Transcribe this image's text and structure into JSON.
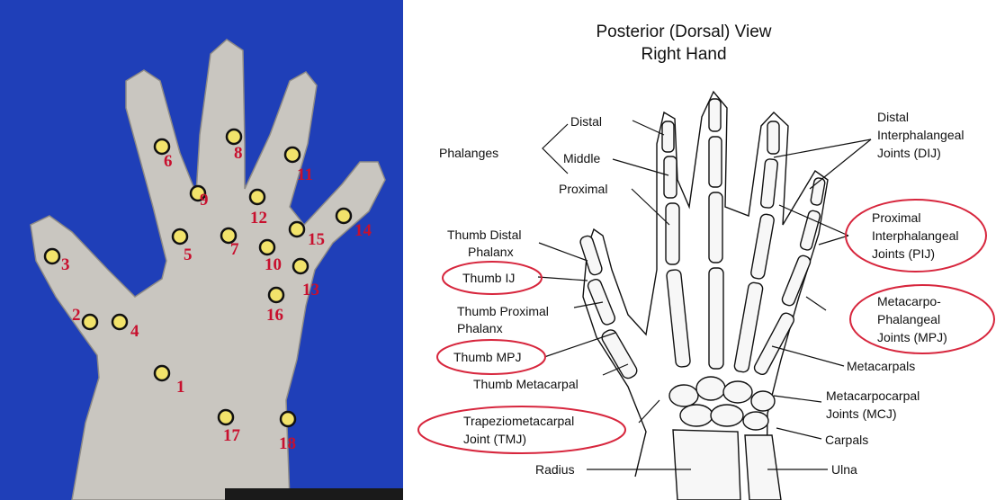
{
  "photo": {
    "marker_numbers": [
      "1",
      "2",
      "3",
      "4",
      "5",
      "6",
      "7",
      "8",
      "9",
      "10",
      "11",
      "12",
      "13",
      "14",
      "15",
      "16",
      "17",
      "18"
    ],
    "colors": {
      "background": "#1f3fb8",
      "glove": "#c9c6c0",
      "marker_fill": "#f2e36b",
      "number_color": "#c8102e"
    }
  },
  "diagram": {
    "title_line1": "Posterior (Dorsal) View",
    "title_line2": "Right Hand",
    "labels": {
      "phalanges": "Phalanges",
      "distal": "Distal",
      "middle": "Middle",
      "proximal": "Proximal",
      "thumb_distal_1": "Thumb Distal",
      "thumb_distal_2": "Phalanx",
      "thumb_ij": "Thumb IJ",
      "thumb_proximal_1": "Thumb Proximal",
      "thumb_proximal_2": "Phalanx",
      "thumb_mpj": "Thumb MPJ",
      "thumb_metacarpal": "Thumb Metacarpal",
      "tmj_1": "Trapeziometacarpal",
      "tmj_2": "Joint (TMJ)",
      "radius": "Radius",
      "dij_1": "Distal",
      "dij_2": "Interphalangeal",
      "dij_3": "Joints  (DIJ)",
      "pij_1": "Proximal",
      "pij_2": "Interphalangeal",
      "pij_3": "Joints  (PIJ)",
      "mpj_1": "Metacarpo-",
      "mpj_2": "Phalangeal",
      "mpj_3": "Joints  (MPJ)",
      "metacarpals": "Metacarpals",
      "mcj_1": "Metacarpocarpal",
      "mcj_2": "Joints  (MCJ)",
      "carpals": "Carpals",
      "ulna": "Ulna"
    },
    "colors": {
      "ellipse": "#d7263d",
      "line": "#111111"
    }
  }
}
